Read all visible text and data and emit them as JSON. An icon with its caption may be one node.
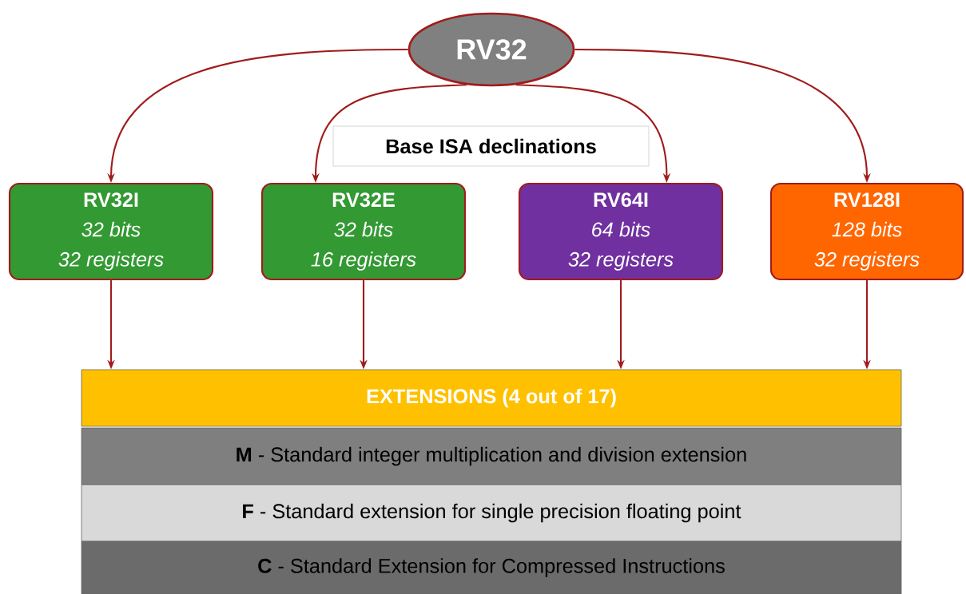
{
  "diagram": {
    "nodes": [
      {
        "text": [
          "RV32"
        ]
      },
      {
        "text": [
          "Base ISA declinations"
        ]
      },
      {
        "text": [
          "RV32I",
          "32 bits",
          "32 registers"
        ]
      },
      {
        "text": [
          "RV32E",
          "32 bits",
          "16 registers"
        ]
      },
      {
        "text": [
          "RV64I",
          "64 bits",
          "32 registers"
        ]
      },
      {
        "text": [
          "RV128I",
          "128 bits",
          "32 registers"
        ]
      },
      {
        "text": [
          "EXTENSIONS (4 out of 17)"
        ]
      },
      {
        "text": [
          "**M** - Standard integer multiplication and division extension"
        ]
      },
      {
        "text": [
          "**F** - Standard extension for single precision floating point"
        ]
      },
      {
        "text": [
          "**C** - Standard Extension for Compressed Instructions"
        ]
      }
    ],
    "edges": [
      {
        "from": 0,
        "to": 2,
        "arrow": "to"
      },
      {
        "from": 0,
        "to": 3,
        "arrow": "to"
      },
      {
        "from": 0,
        "to": 4,
        "arrow": "to"
      },
      {
        "from": 0,
        "to": 5,
        "arrow": "to"
      },
      {
        "from": 2,
        "to": 6,
        "arrow": "to"
      },
      {
        "from": 3,
        "to": 6,
        "arrow": "to"
      },
      {
        "from": 4,
        "to": 6,
        "arrow": "to"
      },
      {
        "from": 5,
        "to": 6,
        "arrow": "to"
      }
    ]
  }
}
